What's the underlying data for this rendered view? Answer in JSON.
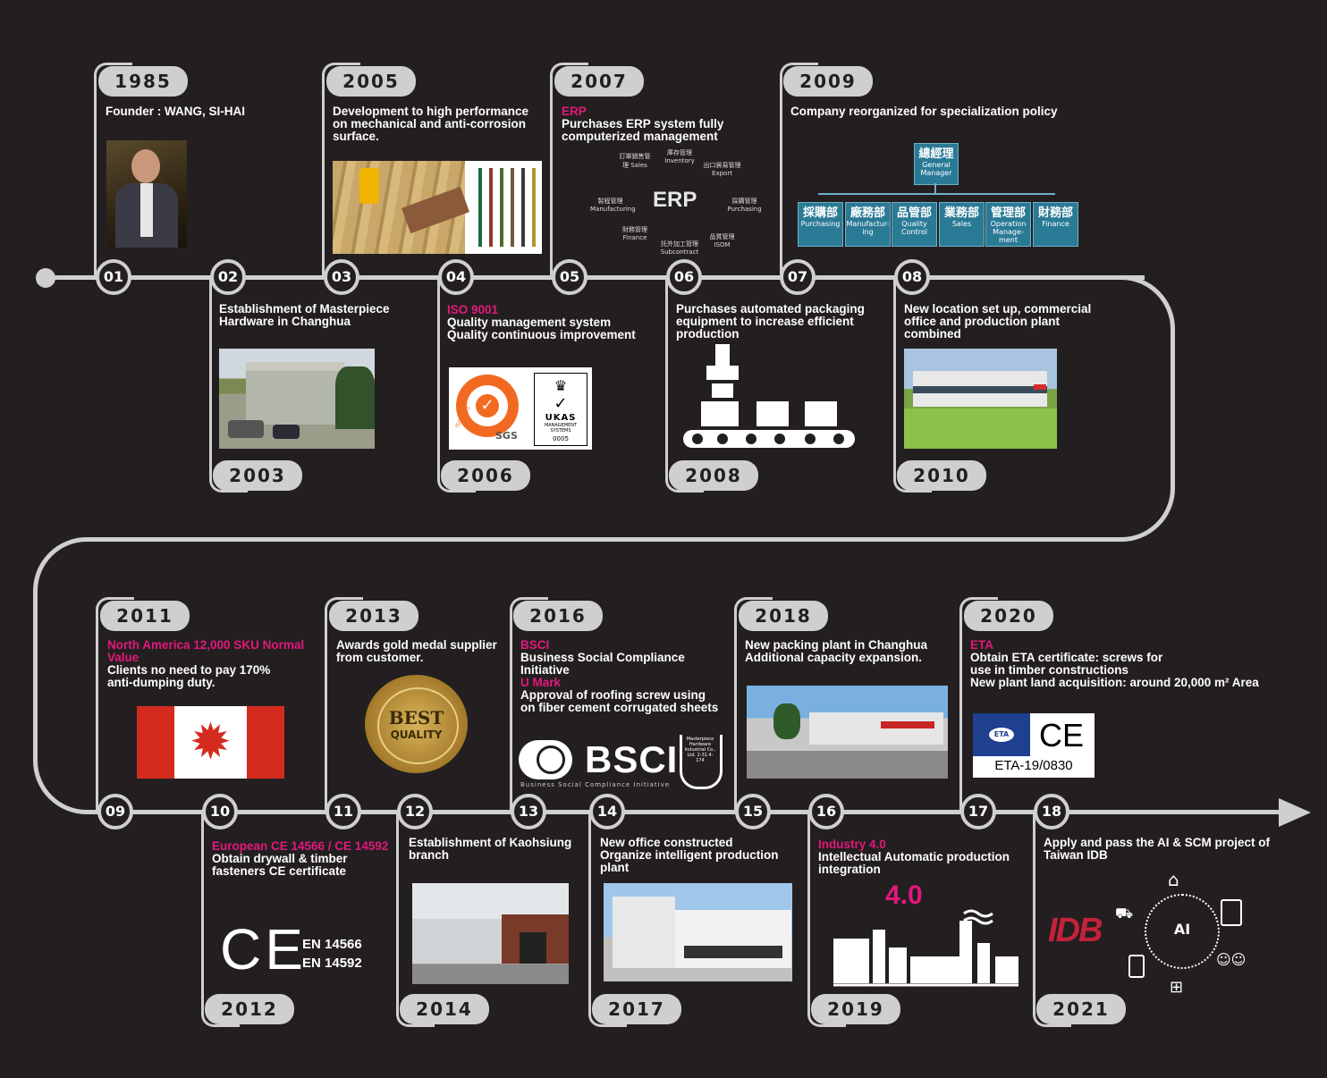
{
  "colors": {
    "background": "#231f20",
    "line": "#cfcfcf",
    "accent": "#e2187c",
    "org_box": "#2a7a96"
  },
  "milestones": [
    {
      "num": "01",
      "year": "1985",
      "lines": [
        "Founder : WANG, SI-HAI"
      ]
    },
    {
      "num": "02",
      "year": "2003",
      "lines": [
        "Establishment of Masterpiece",
        "Hardware in Changhua"
      ]
    },
    {
      "num": "03",
      "year": "2005",
      "lines": [
        "Development to high performance",
        "on mechanical and anti-corrosion",
        "surface."
      ]
    },
    {
      "num": "04",
      "year": "2006",
      "tag": "ISO 9001",
      "lines": [
        "Quality management system",
        "Quality continuous improvement"
      ]
    },
    {
      "num": "05",
      "year": "2007",
      "tag": "ERP",
      "lines": [
        "Purchases ERP system fully",
        "computerized management"
      ]
    },
    {
      "num": "06",
      "year": "2008",
      "lines": [
        "Purchases automated packaging",
        "equipment to increase efficient",
        "production"
      ]
    },
    {
      "num": "07",
      "year": "2009",
      "lines": [
        "Company reorganized for specialization policy"
      ]
    },
    {
      "num": "08",
      "year": "2010",
      "lines": [
        "New location set up, commercial",
        "office and production plant",
        "combined"
      ]
    },
    {
      "num": "09",
      "year": "2011",
      "tag": "North America 12,000 SKU Normal Value",
      "lines": [
        "Clients no need to pay 170%",
        "anti-dumping duty."
      ]
    },
    {
      "num": "10",
      "year": "2012",
      "tag": "European CE 14566 / CE 14592",
      "lines": [
        "Obtain drywall & timber",
        "fasteners CE certificate"
      ]
    },
    {
      "num": "11",
      "year": "2013",
      "lines": [
        "Awards gold medal supplier",
        "from customer."
      ]
    },
    {
      "num": "12",
      "year": "2014",
      "lines": [
        "Establishment of Kaohsiung",
        "branch"
      ]
    },
    {
      "num": "13",
      "year": "2016",
      "tag": "BSCI",
      "lines": [
        "Business Social  Compliance",
        "Initiative"
      ],
      "tag2": "U Mark",
      "lines2": [
        "Approval of roofing screw using",
        "on fiber cement corrugated sheets"
      ]
    },
    {
      "num": "14",
      "year": "2017",
      "lines": [
        "New office constructed",
        "Organize intelligent production",
        "plant"
      ]
    },
    {
      "num": "15",
      "year": "2018",
      "lines": [
        "New packing plant in Changhua",
        "Additional capacity expansion."
      ]
    },
    {
      "num": "16",
      "year": "2019",
      "tag": "Industry 4.0",
      "lines": [
        "Intellectual Automatic production",
        "integration"
      ]
    },
    {
      "num": "17",
      "year": "2020",
      "tag": "ETA",
      "lines": [
        "Obtain ETA certificate: screws for",
        "use in timber constructions",
        "New plant land acquisition: around 20,000 m² Area"
      ]
    },
    {
      "num": "18",
      "year": "2021",
      "lines": [
        "Apply and pass the  AI & SCM project of",
        "Taiwan IDB"
      ]
    }
  ],
  "erp": {
    "center": "ERP",
    "items": [
      "訂單銷售管理 Sales",
      "庫存管理 Inventory",
      "出口貿易管理 Export",
      "採購管理 Purchasing",
      "品質管理 ISOM",
      "託外加工管理 Subcontract",
      "財務管理 Finance",
      "製程管理 Manufacturing"
    ]
  },
  "org": {
    "top_zh": "總經理",
    "top_en": "General Manager",
    "depts": [
      {
        "zh": "採購部",
        "en": "Purchasing"
      },
      {
        "zh": "廠務部",
        "en": "Manufactur-ing"
      },
      {
        "zh": "品管部",
        "en": "Quality Control"
      },
      {
        "zh": "業務部",
        "en": "Sales"
      },
      {
        "zh": "管理部",
        "en": "Operation Manage-ment"
      },
      {
        "zh": "財務部",
        "en": "Finance"
      }
    ]
  },
  "cert": {
    "sgs": "SGS",
    "iso_ring": "ISO 9001",
    "ukas": "UKAS",
    "ukas_sub": "MANAGEMENT SYSTEMS",
    "ukas_num": "0005"
  },
  "ce2012": {
    "mark": "CE",
    "lines": [
      "EN 14566",
      "EN 14592"
    ]
  },
  "medal": {
    "line1": "BEST",
    "line2": "QUALITY"
  },
  "bsci": {
    "logo": "BSCI",
    "sub": "Business Social Compliance Initiative",
    "umark": "Masterpiece Hardware Industrial Co., Ltd. 2-31.4-174"
  },
  "eta": {
    "logo": "ETA",
    "ce": "CE",
    "code": "ETA-19/0830"
  },
  "industry": {
    "label": "4.0"
  },
  "idb": {
    "logo": "IDB",
    "ai": "AI"
  }
}
